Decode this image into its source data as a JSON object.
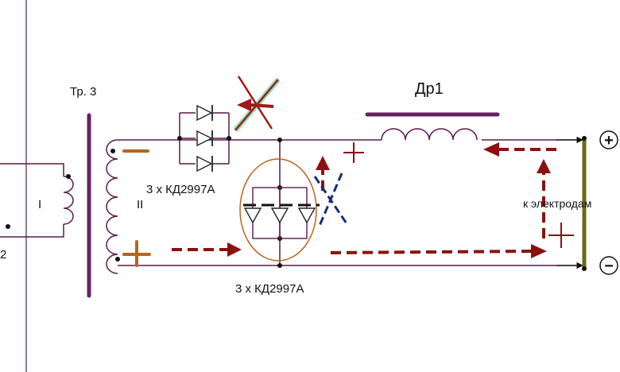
{
  "diagram": {
    "labels": {
      "transformer": "Тр. 3",
      "winding_primary": "I",
      "winding_secondary": "II",
      "primary_pin": "2",
      "diodes_top": "3 х КД2997А",
      "diodes_bottom": "3 х КД2997А",
      "choke": "Др1",
      "electrodes": "к электродам",
      "terminal_plus": "+",
      "terminal_minus": "−"
    },
    "colors": {
      "wire": "#5a1a4a",
      "core": "#6a1f62",
      "current_arrow": "#8b1010",
      "polarity_mark": "#b5651d",
      "cross_red": "#a01818",
      "cross_highlight": "#7fe0b0",
      "cross_blue": "#1a2b7a",
      "electrode_bar": "#6b6b10",
      "ellipse": "#b5651d"
    }
  }
}
